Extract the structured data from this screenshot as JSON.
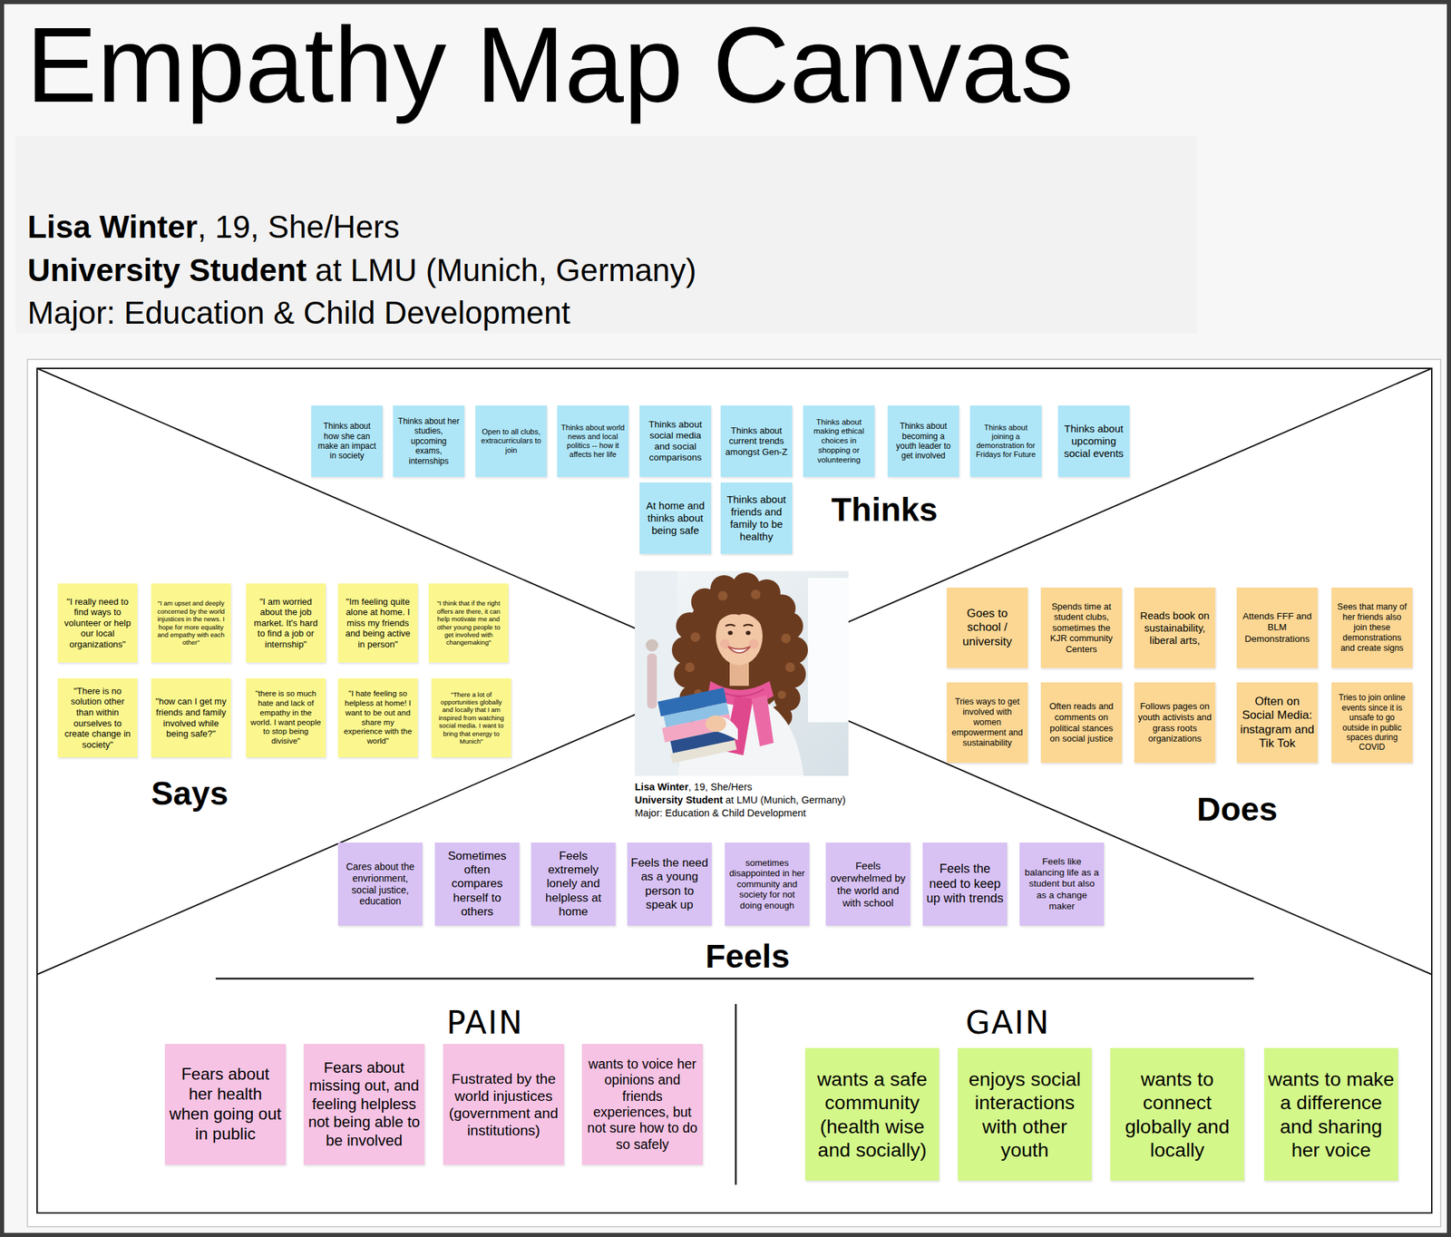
{
  "diagram": {
    "title": "Empathy Map Canvas",
    "nodes": [
      {
        "text": [
          "Lisa Winter",
          ", 19, She/Hers",
          "University Student",
          "at LMU (Munich, Germany)",
          "Major: Education & Child Development"
        ]
      },
      {
        "text": [
          "Thinks about how she can make an impact in society"
        ]
      },
      {
        "text": [
          "Thinks about her studies, upcoming exams, internships"
        ]
      },
      {
        "text": [
          "Open to all clubs, extracurriculars to join"
        ]
      },
      {
        "text": [
          "Thinks about world news and local politics -- how it affects her life"
        ]
      },
      {
        "text": [
          "Thinks about social media and social comparisons"
        ]
      },
      {
        "text": [
          "Thinks about current trends amongst Gen-Z"
        ]
      },
      {
        "text": [
          "Thinks about making ethical choices in shopping or volunteering"
        ]
      },
      {
        "text": [
          "Thinks about becoming a youth leader to get involved"
        ]
      },
      {
        "text": [
          "Thinks about joining a demonstration for Fridays for Future"
        ]
      },
      {
        "text": [
          "Thinks about upcoming social events"
        ]
      },
      {
        "text": [
          "At home and thinks about being safe"
        ]
      },
      {
        "text": [
          "Thinks about friends and family to be healthy"
        ]
      },
      {
        "text": [
          "\"I really need to find ways to volunteer or help our local organizations\""
        ]
      },
      {
        "text": [
          "\"I am upset and deeply concerned by the world injustices in the news. I hope for more equality and empathy with each other\""
        ]
      },
      {
        "text": [
          "\"I am worried about the job market. It's hard to find a job or internship\""
        ]
      },
      {
        "text": [
          "\"Im feeling quite alone at home. I miss my friends and being active in person\""
        ]
      },
      {
        "text": [
          "\"I think that if the right offers are there, it can help motivate me and other young people to get involved with changemaking\""
        ]
      },
      {
        "text": [
          "\"There is no solution other than within ourselves to create change in society\""
        ]
      },
      {
        "text": [
          "\"how can I get my friends and family involved while being safe?\""
        ]
      },
      {
        "text": [
          "\"there is so much hate and lack of empathy in the world. I want people to stop being divisive\""
        ]
      },
      {
        "text": [
          "\"I hate feeling so helpless at home! I want to be out and share my experience with the world\""
        ]
      },
      {
        "text": [
          "\"There a lot of opportunities globally and locally that I am inspired from watching social media. I want to bring that energy to Munich\""
        ]
      },
      {
        "text": [
          "Goes to school / university"
        ]
      },
      {
        "text": [
          "Spends time at student clubs, sometimes the KJR community Centers"
        ]
      },
      {
        "text": [
          "Reads book on sustainability, liberal arts,"
        ]
      },
      {
        "text": [
          "Attends FFF and BLM Demonstrations"
        ]
      },
      {
        "text": [
          "Sees that many of her friends also join these demonstrations and create signs"
        ]
      },
      {
        "text": [
          "Tries ways to get involved with women empowerment and sustainability"
        ]
      },
      {
        "text": [
          "Often reads and comments on political stances on social justice"
        ]
      },
      {
        "text": [
          "Follows pages on youth activists and grass roots organizations"
        ]
      },
      {
        "text": [
          "Often on Social Media: instagram and Tik Tok"
        ]
      },
      {
        "text": [
          "Tries to join online events since it is unsafe to go outside in public spaces during COVID"
        ]
      },
      {
        "text": [
          "Cares about the envrionment, social justice, education"
        ]
      },
      {
        "text": [
          "Sometimes often compares herself to others"
        ]
      },
      {
        "text": [
          "Feels extremely lonely and helpless at home"
        ]
      },
      {
        "text": [
          "Feels the need as a young person to speak up"
        ]
      },
      {
        "text": [
          "sometimes disappointed in her community and society for not doing enough"
        ]
      },
      {
        "text": [
          "Feels overwhelmed by the world and with school"
        ]
      },
      {
        "text": [
          "Feels the need to keep up with trends"
        ]
      },
      {
        "text": [
          "Feels like balancing life as a student but also as a change maker"
        ]
      },
      {
        "text": [
          "Fears about her health when going out in public"
        ]
      },
      {
        "text": [
          "Fears about missing out, and feeling helpless not being able to be involved"
        ]
      },
      {
        "text": [
          "Fustrated by the world injustices (government and institutions)"
        ]
      },
      {
        "text": [
          "wants to voice her opinions and friends experiences, but not sure how to do so safely"
        ]
      },
      {
        "text": [
          "wants a safe community (health wise and socially)"
        ]
      },
      {
        "text": [
          "enjoys social interactions with other youth"
        ]
      },
      {
        "text": [
          "wants to connect globally and locally"
        ]
      },
      {
        "text": [
          "wants to make a difference and sharing her voice"
        ]
      }
    ],
    "labels": [
      "Thinks",
      "Says",
      "Does",
      "Feels",
      "PAIN",
      "GAIN",
      "Lisa Winter",
      ", 19, She/Hers",
      "University Student",
      "at LMU (Munich, Germany)",
      "Major: Education & Child Development"
    ]
  }
}
